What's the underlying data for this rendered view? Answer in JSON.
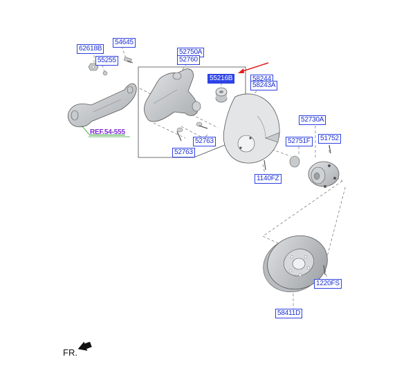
{
  "diagram": {
    "parts": {
      "p62618B": "62618B",
      "p54645": "54645",
      "p55255": "55255",
      "p52750A": "52750A",
      "p52760": "52760",
      "p55216B": "55216B",
      "p58244": "58244",
      "p58243A": "58243A",
      "ref": "REF.54-555",
      "p52763a": "52763",
      "p52763b": "52763",
      "p1140FZ": "1140FZ",
      "p52730A": "52730A",
      "p52751F": "52751F",
      "p51752": "51752",
      "p1220FS": "1220FS",
      "p58411D": "58411D"
    },
    "direction_label": "FR.",
    "highlight_color": "#2d44e8",
    "arrow_color": "#e02020",
    "icons": [
      "front-direction-arrow-icon",
      "callout-arrow-icon"
    ]
  }
}
